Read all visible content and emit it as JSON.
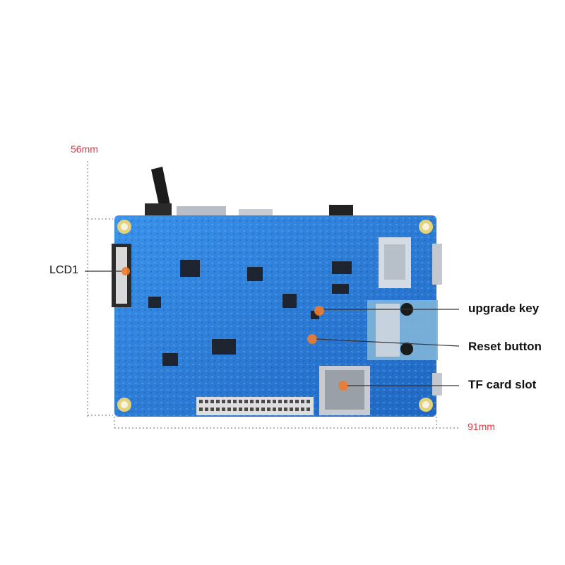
{
  "dimensions": {
    "height_label": "56mm",
    "width_label": "91mm",
    "color": "#e2373f"
  },
  "callouts": {
    "lcd": "LCD1",
    "upgrade_key": "upgrade key",
    "reset_button": "Reset button",
    "tf_card_slot": "TF card slot"
  },
  "colors": {
    "board": "#2f86e0",
    "board_dark": "#1d5fb3",
    "marker": "#f07b2d",
    "leader_line": "#333333"
  }
}
